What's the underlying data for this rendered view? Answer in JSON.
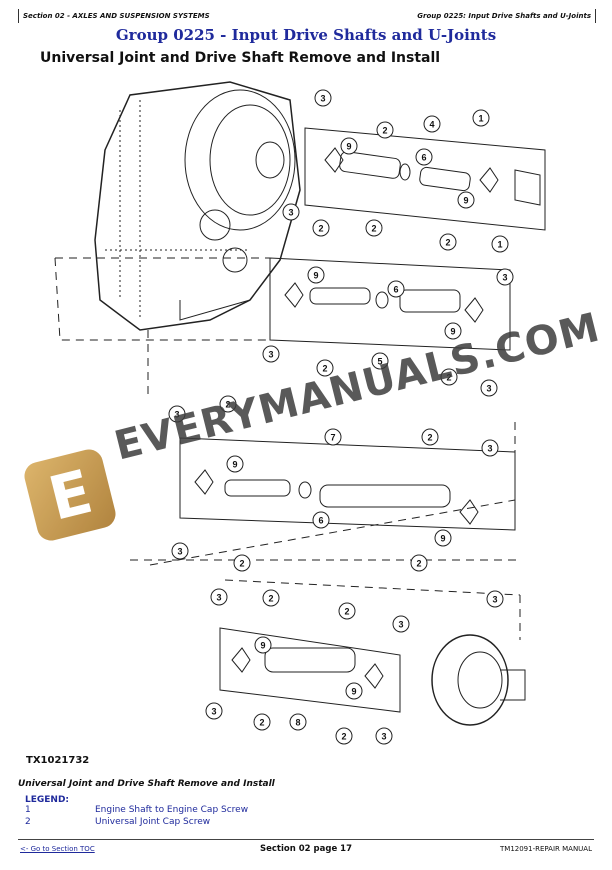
{
  "header": {
    "section": "Section 02 - AXLES AND SUSPENSION SYSTEMS",
    "group": "Group 0225: Input Drive Shafts and U-Joints"
  },
  "group_title": "Group 0225 - Input Drive Shafts and U-Joints",
  "page_title": "Universal Joint and Drive Shaft Remove and Install",
  "callouts": [
    "3",
    "2",
    "9",
    "4",
    "1",
    "6",
    "9",
    "1",
    "3",
    "2",
    "2",
    "2",
    "3",
    "9",
    "6",
    "9",
    "3",
    "2",
    "5",
    "2",
    "3",
    "3",
    "2",
    "7",
    "2",
    "9",
    "3",
    "6",
    "9",
    "3",
    "2",
    "2",
    "3",
    "3",
    "2",
    "2",
    "3",
    "9",
    "9",
    "3",
    "2",
    "8",
    "2",
    "3"
  ],
  "figure_id": "TX1021732",
  "caption": "Universal Joint and Drive Shaft Remove and Install",
  "legend": {
    "heading": "LEGEND:",
    "items": [
      {
        "num": "1",
        "text": "Engine Shaft to Engine Cap Screw"
      },
      {
        "num": "2",
        "text": "Universal Joint Cap Screw"
      }
    ]
  },
  "footer": {
    "toc_link": "<- Go to Section TOC",
    "page": "Section 02 page 17",
    "manual": "TM12091-REPAIR MANUAL"
  },
  "watermark": {
    "text": "EVERYMANUALS.COM",
    "logo_letter": "E"
  }
}
